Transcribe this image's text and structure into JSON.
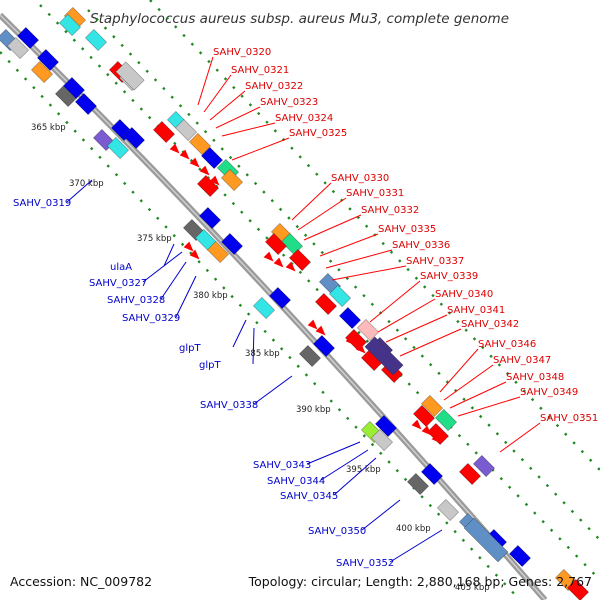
{
  "title": "Staphylococcus aureus subsp. aureus Mu3, complete genome",
  "accession": "Accession: NC_009782",
  "topology": "Topology: circular; Length: 2,880,168 bp; Genes: 2,767",
  "colors": {
    "red": "#ff0000",
    "blue": "#0000ee",
    "backbone": "#888888",
    "cyan": "#33e5e5",
    "orange": "#ff9922",
    "gray": "#c8c8c8",
    "steel": "#5f8fc4",
    "darkgray": "#666666",
    "purple": "#7b5bd0",
    "green": "#22dd88",
    "lime": "#99ee33",
    "pink": "#ffbbbb",
    "navy": "#443388"
  },
  "scale_ticks": [
    "365 kbp",
    "370 kbp",
    "375 kbp",
    "380 kbp",
    "385 kbp",
    "390 kbp",
    "395 kbp",
    "400 kbp",
    "405 kbp"
  ],
  "red_labels": [
    "SAHV_0320",
    "SAHV_0321",
    "SAHV_0322",
    "SAHV_0323",
    "SAHV_0324",
    "SAHV_0325",
    "SAHV_0330",
    "SAHV_0331",
    "SAHV_0332",
    "SAHV_0335",
    "SAHV_0336",
    "SAHV_0337",
    "SAHV_0339",
    "SAHV_0340",
    "SAHV_0341",
    "SAHV_0342",
    "SAHV_0346",
    "SAHV_0347",
    "SAHV_0348",
    "SAHV_0349",
    "SAHV_0351"
  ],
  "blue_labels": [
    "SAHV_0319",
    "ulaA",
    "SAHV_0327",
    "SAHV_0328",
    "SAHV_0329",
    "glpT",
    "glpT",
    "SAHV_0338",
    "SAHV_0343",
    "SAHV_0344",
    "SAHV_0345",
    "SAHV_0350",
    "SAHV_0352"
  ]
}
